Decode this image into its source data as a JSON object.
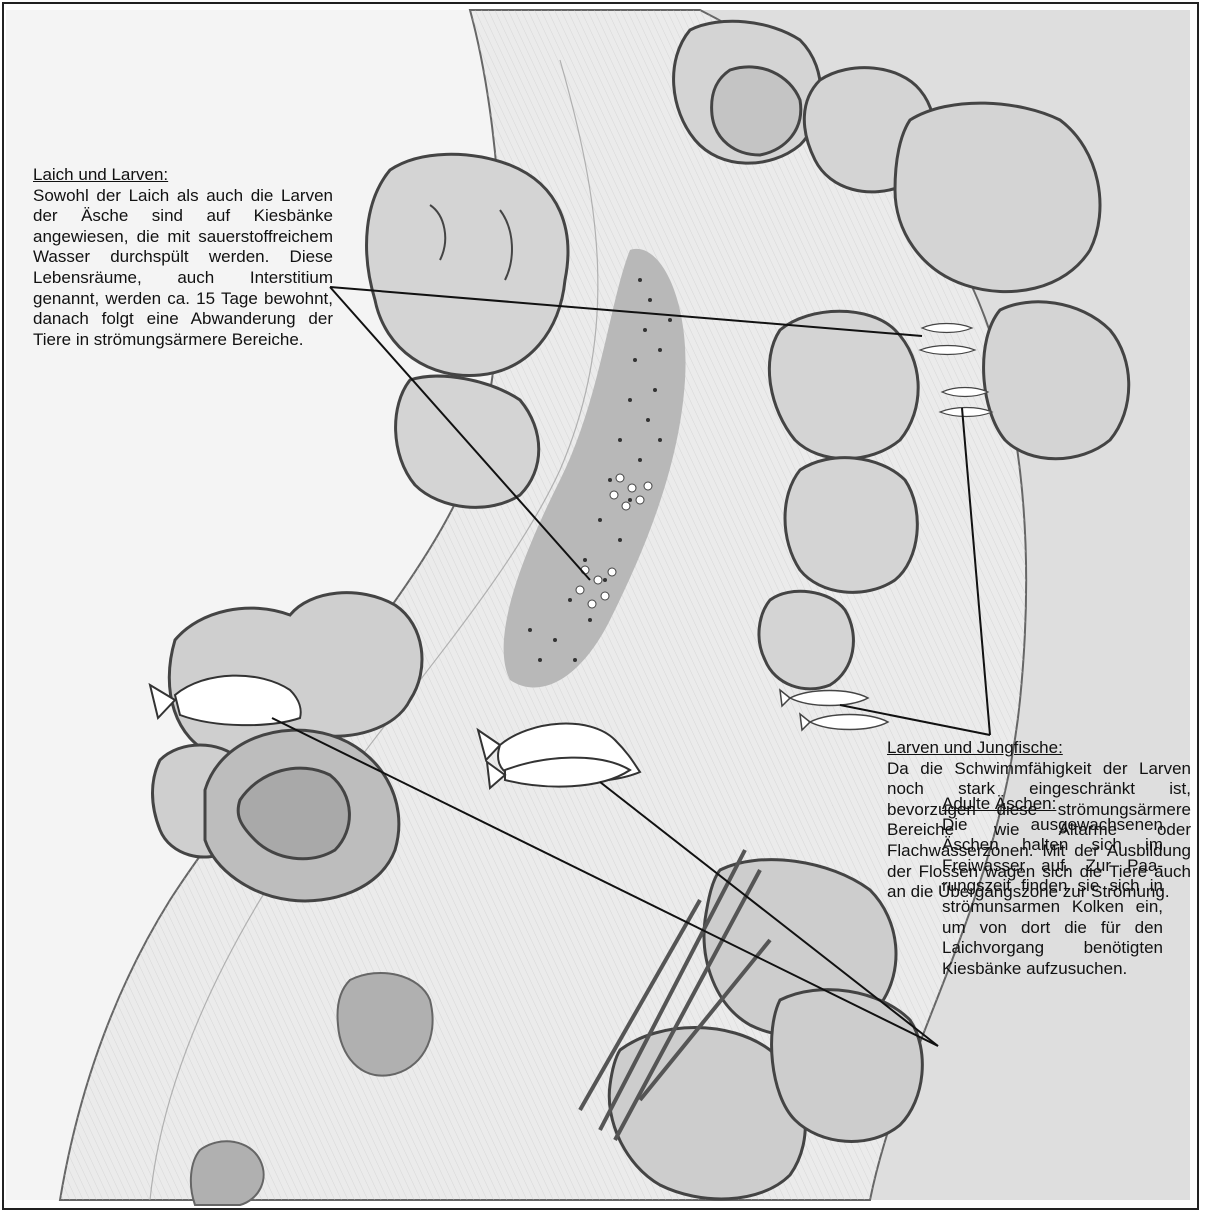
{
  "annotations": {
    "laich": {
      "heading": "Laich und Larven:",
      "body": "Sowohl der Laich als auch die Larven der Äsche sind auf Kies­bänke angewiesen, die mit sauer­stoffreichem Wasser durchspült werden. Diese Lebensräume, auch Interstitium genannt, wer­den ca. 15 Tage bewohnt, da­nach folgt eine Abwanderung der Tiere in strömungsärmere Bereiche."
    },
    "larven": {
      "heading": "Larven und Jungfische:",
      "body": "Da die Schwimmfähigkeit der Larven noch stark eingeschränkt ist, bevorzugen diese strömungs­ärmere Bereiche wie Altarme oder Flachwasserzonen. Mit der Ausbildung der Flossen wagen sich die Tiere auch an die Über­gangszone zur Strömung."
    },
    "adult": {
      "heading": "Adulte Äschen:",
      "body": "Die ausgewachsenen Äschen halten sich im Freiwasser auf. Zur Paa­rungszeit finden sie sich in strömunsarmen Kolken ein, um von dort die für den Laichvorgang benötigten Kiesbänke aufzusuchen."
    }
  },
  "colors": {
    "water": "#ececec",
    "bank": "#d2d2d2",
    "tree_fill": "#d6d6d6",
    "outline": "#444444",
    "fish": "#ffffff",
    "leader": "#111111"
  }
}
